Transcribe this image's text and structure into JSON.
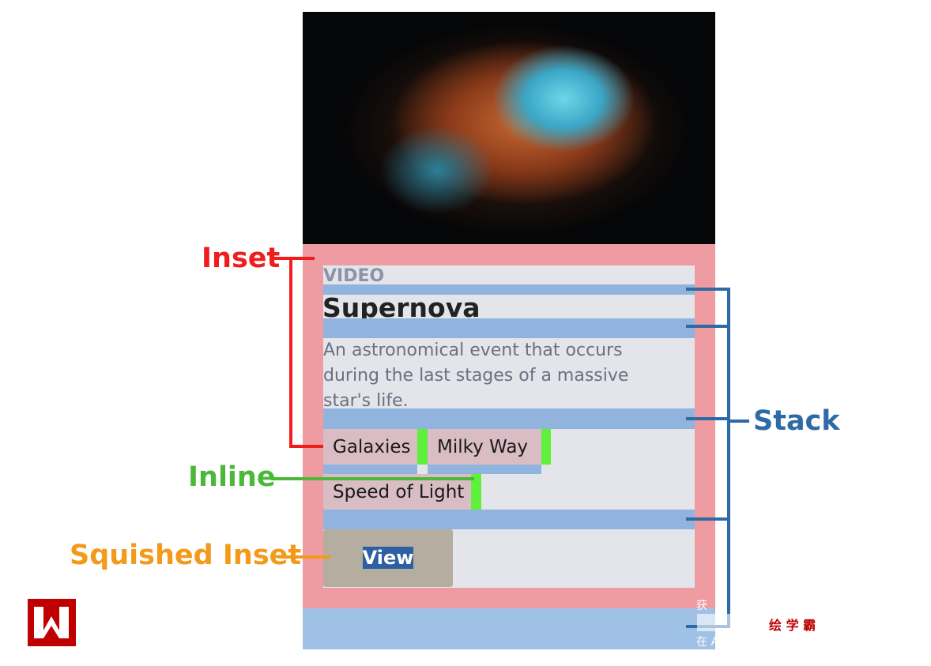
{
  "card": {
    "eyebrow": "VIDEO",
    "title": "Supernova",
    "description": "An astronomical event that occurs during the last stages of a massive star's life.",
    "tags": [
      "Galaxies",
      "Milky Way",
      "Speed of Light"
    ],
    "button": "View"
  },
  "annotations": {
    "inset": "Inset",
    "inline": "Inline",
    "squished_inset": "Squished Inset",
    "stack": "Stack"
  },
  "watermark": {
    "text": "绘 学 霸",
    "char1": "获",
    "char2": "在 A"
  },
  "colors": {
    "inset": "#f01d1d",
    "inline": "#4cb83a",
    "squished": "#f39a1a",
    "stack": "#2d6aa6"
  }
}
